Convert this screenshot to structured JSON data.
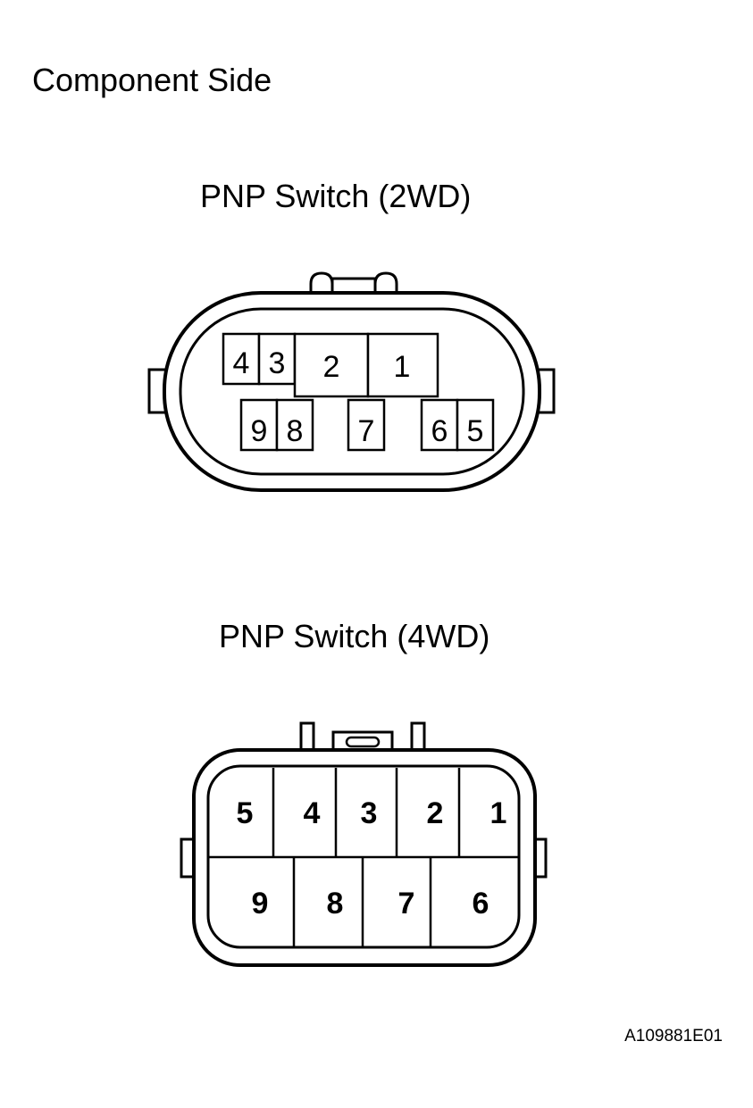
{
  "page_title": "Component Side",
  "connectors": [
    {
      "title": "PNP Switch (2WD)",
      "terminals": [
        "1",
        "2",
        "3",
        "4",
        "5",
        "6",
        "7",
        "8",
        "9"
      ]
    },
    {
      "title": "PNP Switch (4WD)",
      "terminals": [
        "1",
        "2",
        "3",
        "4",
        "5",
        "6",
        "7",
        "8",
        "9"
      ]
    }
  ],
  "figure_code": "A109881E01"
}
